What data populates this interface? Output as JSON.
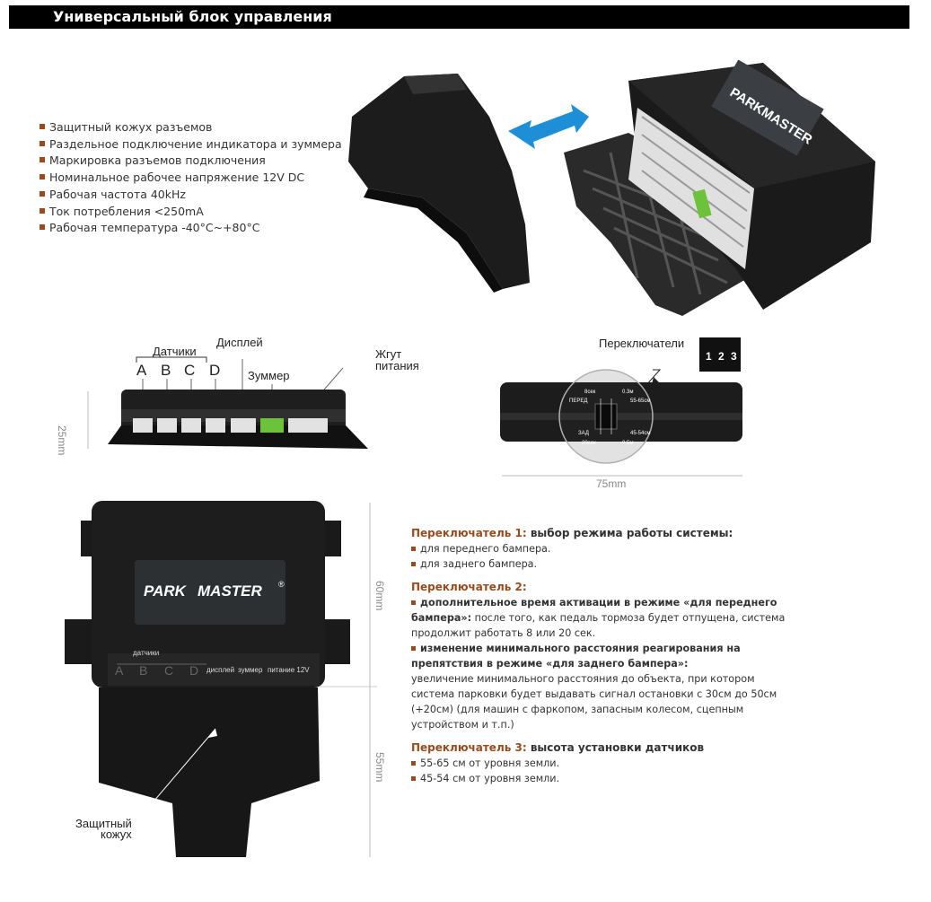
{
  "header": {
    "title": "Универсальный блок управления"
  },
  "features": [
    "Защитный кожух разъемов",
    "Раздельное подключение индикатора и зуммера",
    "Маркировка разъемов подключения",
    "Номинальное рабочее напряжение 12V DC",
    "Рабочая частота 40kHz",
    "Ток потребления <250mA",
    "Рабочая температура -40°C~+80°C"
  ],
  "connector_diagram": {
    "sensors_label": "Датчики",
    "letters": [
      "A",
      "B",
      "C",
      "D"
    ],
    "display_label": "Дисплей",
    "buzzer_label": "Зуммер",
    "harness_label_1": "Жгут",
    "harness_label_2": "питания",
    "height_dim": "25mm"
  },
  "switch_diagram": {
    "switches_label": "Переключатели",
    "digits": [
      "1",
      "2",
      "3"
    ],
    "width_dim": "75mm",
    "zoom": {
      "left_top": "8сек",
      "left_mid": "ПЕРЕД",
      "left_low": "ЗАД",
      "left_bottom": "20сек",
      "right_top": "0.3м",
      "right_mid": "55-65см",
      "right_low": "45-54см",
      "right_bottom": "0.5м"
    }
  },
  "unit_photo": {
    "brand_left": "PARK",
    "brand_right": "MASTER",
    "reg": "®",
    "sensors_small": "датчики",
    "letters": [
      "A",
      "B",
      "C",
      "D"
    ],
    "display_small": "дисплей",
    "buzzer_small": "зуммер",
    "power_small": "питание 12V",
    "dim_top": "60mm",
    "dim_bottom": "55mm",
    "cover_label_1": "Защитный",
    "cover_label_2": "кожух"
  },
  "description": {
    "sw1_title_a": "Переключатель 1:",
    "sw1_title_b": " выбор режима работы системы:",
    "sw1_items": [
      "для переднего бампера.",
      "для заднего бампера."
    ],
    "sw2_title": "Переключатель 2:",
    "sw2_item1_bold": "дополнительное время активации в режиме «для переднего бампера»:",
    "sw2_item1_text": " после того, как педаль тормоза будет отпущена, система продолжит работать 8 или 20 сек.",
    "sw2_item2_bold": "изменение минимального расстояния реагирования на препятствия в режиме «для заднего бампера»:",
    "sw2_item2_text": "увеличение минимального расстояния до объекта, при котором система парковки будет выдавать сигнал остановки с 30см до 50см (+20см) (для машин с фаркопом, запасным колесом, сцепным устройством и т.п.)",
    "sw3_title_a": "Переключатель 3:",
    "sw3_title_b": " высота установки датчиков",
    "sw3_items": [
      "55-65 см от уровня земли.",
      "45-54 см от уровня земли."
    ]
  },
  "colors": {
    "accent": "#9a4b1d",
    "arrow": "#1e8fd6",
    "green_connector": "#6cc33a"
  }
}
